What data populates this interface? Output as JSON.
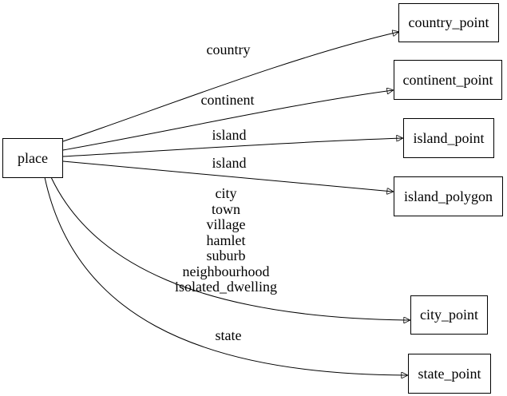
{
  "diagram": {
    "background_color": "#ffffff",
    "stroke_color": "#000000",
    "nodes": {
      "place": {
        "label": "place"
      },
      "country_point": {
        "label": "country_point"
      },
      "continent_point": {
        "label": "continent_point"
      },
      "island_point": {
        "label": "island_point"
      },
      "island_polygon": {
        "label": "island_polygon"
      },
      "city_point": {
        "label": "city_point"
      },
      "state_point": {
        "label": "state_point"
      }
    },
    "edges": [
      {
        "from": "place",
        "to": "country_point",
        "label": "country"
      },
      {
        "from": "place",
        "to": "continent_point",
        "label": "continent"
      },
      {
        "from": "place",
        "to": "island_point",
        "label": "island"
      },
      {
        "from": "place",
        "to": "island_polygon",
        "label": "island"
      },
      {
        "from": "place",
        "to": "city_point",
        "lines": [
          "city",
          "town",
          "village",
          "hamlet",
          "suburb",
          "neighbourhood",
          "isolated_dwelling"
        ]
      },
      {
        "from": "place",
        "to": "state_point",
        "label": "state"
      }
    ]
  }
}
